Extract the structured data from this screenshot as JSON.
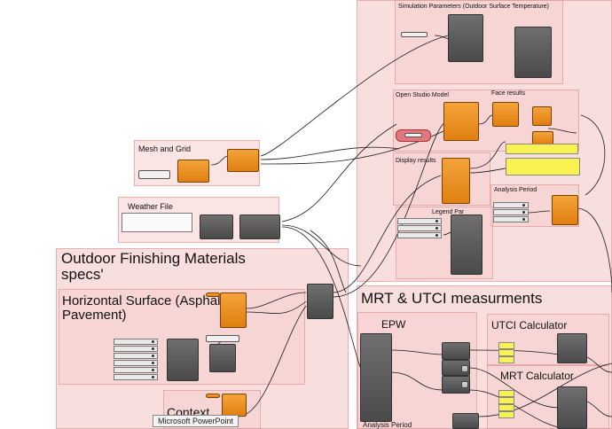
{
  "groups": {
    "simulation_parameters": "Simulation Parameters (Outdoor Surface Temperature)",
    "open_studio_model": "Open Studio Model",
    "face_results": "Face results",
    "display_results": "Display results",
    "analysis_period_top": "Analysis Period",
    "legend_par": "Legend Par",
    "mesh_and_grid": "Mesh and Grid",
    "weather_file": "Weather File",
    "outdoor_finishing": "Outdoor Finishing Materials specs'",
    "horizontal_surface": "Horizontal Surface (Asphalt & Pavement)",
    "context": "Context",
    "mrt_utci": "MRT & UTCI measurments",
    "epw": "EPW",
    "utci_calculator": "UTCI Calculator",
    "mrt_calculator": "MRT Calculator",
    "analysis_period_bottom": "Analysis Period"
  },
  "tooltip": "Microsoft PowerPoint",
  "colors": {
    "group_fill": "#f2c4c4",
    "component_orange": "#e9901f",
    "component_gray": "#555555",
    "panel_yellow": "#f7f25a",
    "wire": "#1a1a1a"
  }
}
